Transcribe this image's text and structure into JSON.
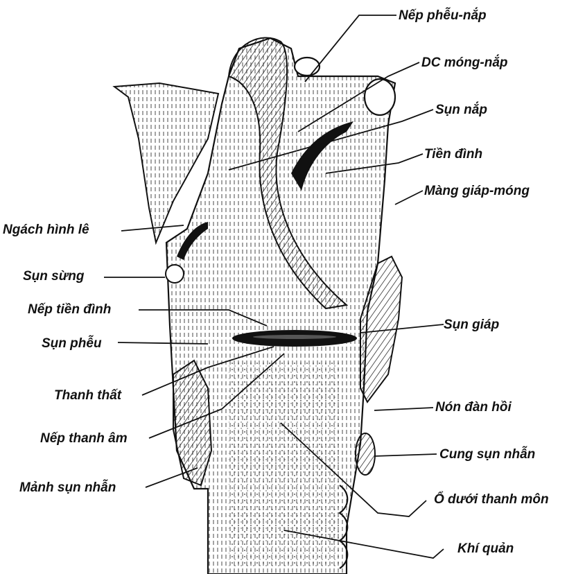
{
  "labels": {
    "nep_pheu_nap": "Nếp phễu-nắp",
    "dc_mong_nap": "DC móng-nắp",
    "sun_nap": "Sụn nắp",
    "tien_dinh": "Tiền đình",
    "mang_giap_mong": "Màng giáp-móng",
    "ngach_hinh_le": "Ngách hình lê",
    "sun_sung": "Sụn sừng",
    "nep_tien_dinh": "Nếp tiền đình",
    "sun_giap": "Sụn giáp",
    "sun_pheu": "Sụn phễu",
    "thanh_that": "Thanh thất",
    "non_dan_hoi": "Nón đàn hồi",
    "nep_thanh_am": "Nếp thanh âm",
    "cung_sun_nhan": "Cung sụn nhẫn",
    "manh_sun_nhan": "Mảnh sụn nhẫn",
    "o_duoi_thanh_mon": "Ổ dưới thanh môn",
    "khi_quan": "Khí quản"
  },
  "colors": {
    "ink": "#111111",
    "background": "#ffffff"
  }
}
